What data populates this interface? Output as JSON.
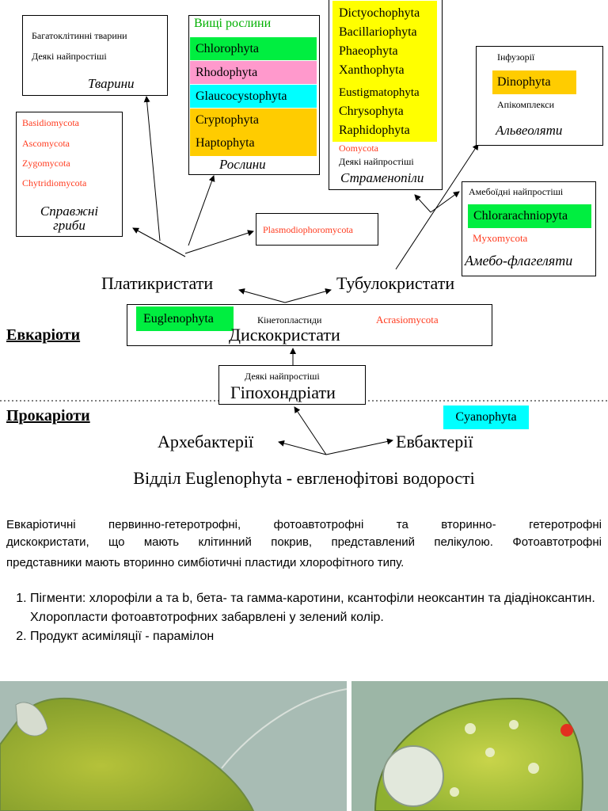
{
  "animals": {
    "items": [
      "Багатоклітинні тварини",
      "Деякі найпростіші"
    ],
    "title": "Тварини"
  },
  "plants": {
    "header": "Вищі рослини",
    "groups": [
      {
        "name": "Chlorophyta",
        "color": "#00ee40"
      },
      {
        "name": "Rhodophyta",
        "color": "#ff99cc"
      },
      {
        "name": "Glaucocystophyta",
        "color": "#00ffff"
      },
      {
        "name": "Cryptophyta",
        "color": "#ffcc00"
      },
      {
        "name": "Haptophyta",
        "color": "#ffcc00"
      }
    ],
    "title": "Рослини"
  },
  "stramenopiles": {
    "groups_top": [
      "Dictyochophyta",
      "Bacillariophyta",
      "Phaeophyta",
      "Xanthophyta"
    ],
    "groups_bottom": [
      "Eustigmatophyta",
      "Chrysophyta",
      "Raphidophyta"
    ],
    "band_color": "#ffff00",
    "red_item": "Oomycota",
    "plain_item": "Деякі найпростіші",
    "title": "Страменопіли"
  },
  "alveolates": {
    "item1": "Інфузорії",
    "highlight": "Dinophyta",
    "highlight_color": "#ffcc00",
    "item2": "Апікомплекси",
    "title": "Альвеоляти"
  },
  "fungi": {
    "items": [
      "Basidiomycota",
      "Ascomycota",
      "Zygomycota",
      "Chytridiomycota"
    ],
    "title_line1": "Справжні",
    "title_line2": "гриби"
  },
  "plasmodio": {
    "label": "Plasmodiophoromycota"
  },
  "amoeboflagellates": {
    "item1": "Амебоїдні найпростіші",
    "highlight": "Chlorarachniopyta",
    "highlight_color": "#00ee40",
    "red_item": "Myxomycota",
    "title": "Амебо-флагеляти"
  },
  "nodes": {
    "platy": "Платикристати",
    "tubulo": "Тубулокристати",
    "disco": "Дискокристати",
    "hypo": "Гіпохондріати",
    "archae": "Архебактерії",
    "eubact": "Евбактерії"
  },
  "disco_box": {
    "euglena": "Euglenophyta",
    "euglena_color": "#00ee40",
    "kineto": "Кінетопластиди",
    "acrasio": "Acrasiomycota"
  },
  "hypo_box": {
    "sub": "Деякі найпростіші"
  },
  "headings": {
    "eukaryotes": "Евкаріоти",
    "prokaryotes": "Прокаріоти"
  },
  "cyanophyta": {
    "label": "Cyanophyta",
    "color": "#00ffff"
  },
  "section_title": "Відділ Euglenophyta - евгленофітові водорості",
  "description_lines": [
    "Евкаріотичні первинно-гетеротрофні, фотоавтотрофні та вторинно- гетеротрофні",
    "дискокристати, що мають клітинний покрив, представлений пелікулою. Фотоавтотрофні",
    "представники мають вторинно симбіотичні пластиди хлорофітного типу."
  ],
  "points": [
    "Пігменти: хлорофіли а та b, бета- та гамма-каротини, ксантофіли неоксантин та діадіноксантин. Хлоропласти фотоавтотрофних забарвлені у зелений колір.",
    "Продукт асиміляції - парамілон"
  ]
}
